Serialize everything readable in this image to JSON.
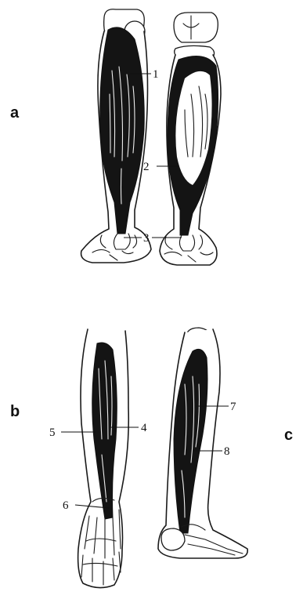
{
  "panels": [
    {
      "id": "a",
      "letter": "a"
    },
    {
      "id": "b",
      "letter": "b"
    },
    {
      "id": "c",
      "letter": "c"
    }
  ],
  "callouts": [
    "1",
    "2",
    "3",
    "4",
    "5",
    "6",
    "7",
    "8"
  ],
  "colors": {
    "ink": "#111111",
    "paper": "#ffffff",
    "muscle": "#141414"
  }
}
